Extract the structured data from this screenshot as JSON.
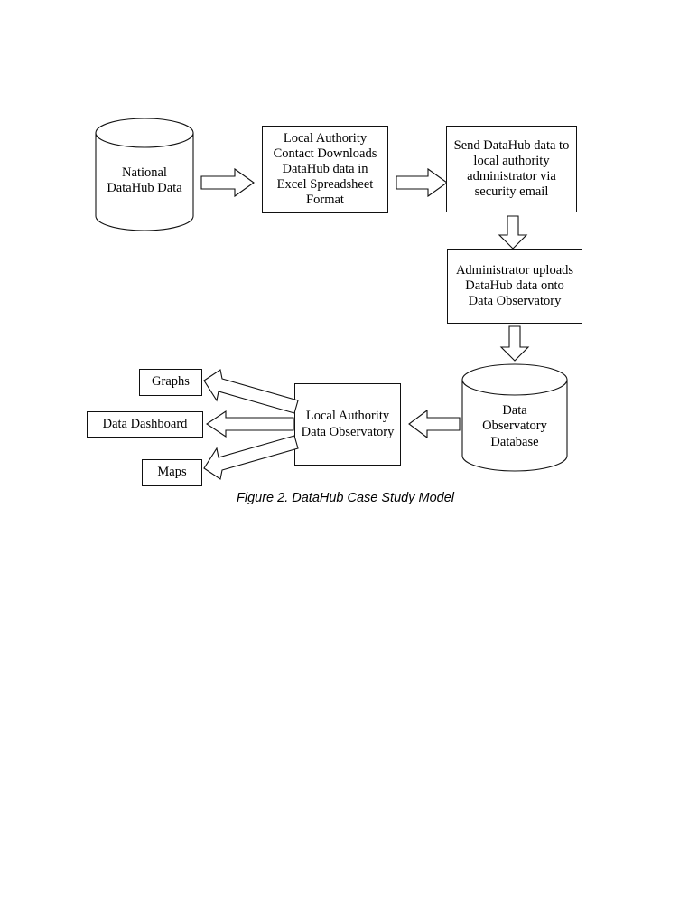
{
  "figure": {
    "caption": "Figure 2. DataHub Case Study Model",
    "stroke_color": "#111111",
    "fill_color": "#ffffff",
    "text_color": "#000000"
  },
  "nodes": {
    "national_datahub": {
      "label_line1": "National",
      "label_line2": "DataHub Data",
      "shape": "cylinder"
    },
    "local_authority_contact": {
      "label": "Local Authority Contact Downloads DataHub data in Excel Spreadsheet Format",
      "shape": "rectangle"
    },
    "send_datahub": {
      "label": "Send DataHub data to local authority administrator via security email",
      "shape": "rectangle"
    },
    "administrator_uploads": {
      "label": "Administrator uploads DataHub data onto Data Observatory",
      "shape": "rectangle"
    },
    "data_observatory_database": {
      "label_line1": "Data",
      "label_line2": "Observatory",
      "label_line3": "Database",
      "shape": "cylinder"
    },
    "local_authority_data_observatory": {
      "label": "Local Authority Data Observatory",
      "shape": "rectangle"
    },
    "graphs": {
      "label": "Graphs",
      "shape": "rectangle"
    },
    "data_dashboard": {
      "label": "Data Dashboard",
      "shape": "rectangle"
    },
    "maps": {
      "label": "Maps",
      "shape": "rectangle"
    }
  },
  "connectors": [
    {
      "name": "national-to-contact",
      "direction": "right"
    },
    {
      "name": "contact-to-send",
      "direction": "right"
    },
    {
      "name": "send-to-administrator",
      "direction": "down"
    },
    {
      "name": "administrator-to-database",
      "direction": "down"
    },
    {
      "name": "database-to-local-observatory",
      "direction": "left"
    },
    {
      "name": "local-observatory-to-graphs",
      "direction": "up-left"
    },
    {
      "name": "local-observatory-to-dashboard",
      "direction": "left"
    },
    {
      "name": "local-observatory-to-maps",
      "direction": "down-left"
    }
  ]
}
